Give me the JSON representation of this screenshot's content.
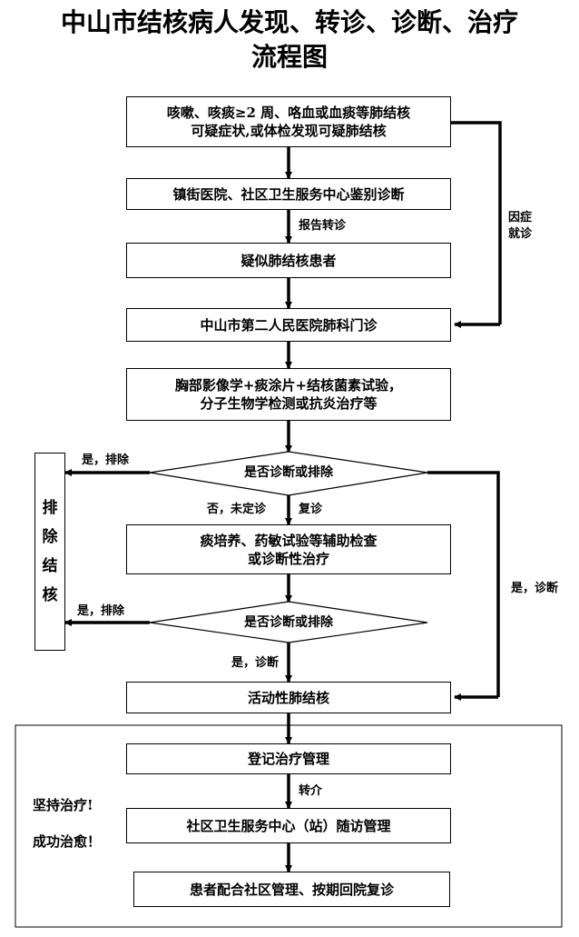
{
  "title": {
    "line1": "中山市结核病人发现、转诊、诊断、治疗",
    "line2": "流程图"
  },
  "boxes": {
    "b1": [
      "咳嗽、咳痰≥2 周、咯血或血痰等肺结核",
      "可疑症状,或体检发现可疑肺结核"
    ],
    "b2": "镇街医院、社区卫生服务中心鉴别诊断",
    "b3": "疑似肺结核患者",
    "b4": "中山市第二人民医院肺科门诊",
    "b5": [
      "胸部影像学+痰涂片+结核菌素试验，",
      "分子生物学检测或抗炎治疗等"
    ],
    "b6": [
      "痰培养、药敏试验等辅助检查",
      "或诊断性治疗"
    ],
    "b7": "活动性肺结核",
    "b8": "登记治疗管理",
    "b9": "社区卫生服务中心（站）随访管理",
    "b10": "患者配合社区管理、按期回院复诊"
  },
  "diamonds": {
    "d1": "是否诊断或排除",
    "d2": "是否诊断或排除"
  },
  "exclude_box": [
    "排",
    "除",
    "结",
    "核"
  ],
  "labels": {
    "report_transfer": "报告转诊",
    "symptom_visit": [
      "因症",
      "就诊"
    ],
    "yes_exclude_1": "是，排除",
    "no_undetermined": "否，未定诊",
    "recheck": "复诊",
    "yes_exclude_2": "是，排除",
    "yes_diagnosis_1": "是，诊断",
    "yes_diagnosis_2": "是，诊断",
    "transfer": "转介",
    "persist": "坚持治疗!",
    "cured": "成功治愈！"
  }
}
